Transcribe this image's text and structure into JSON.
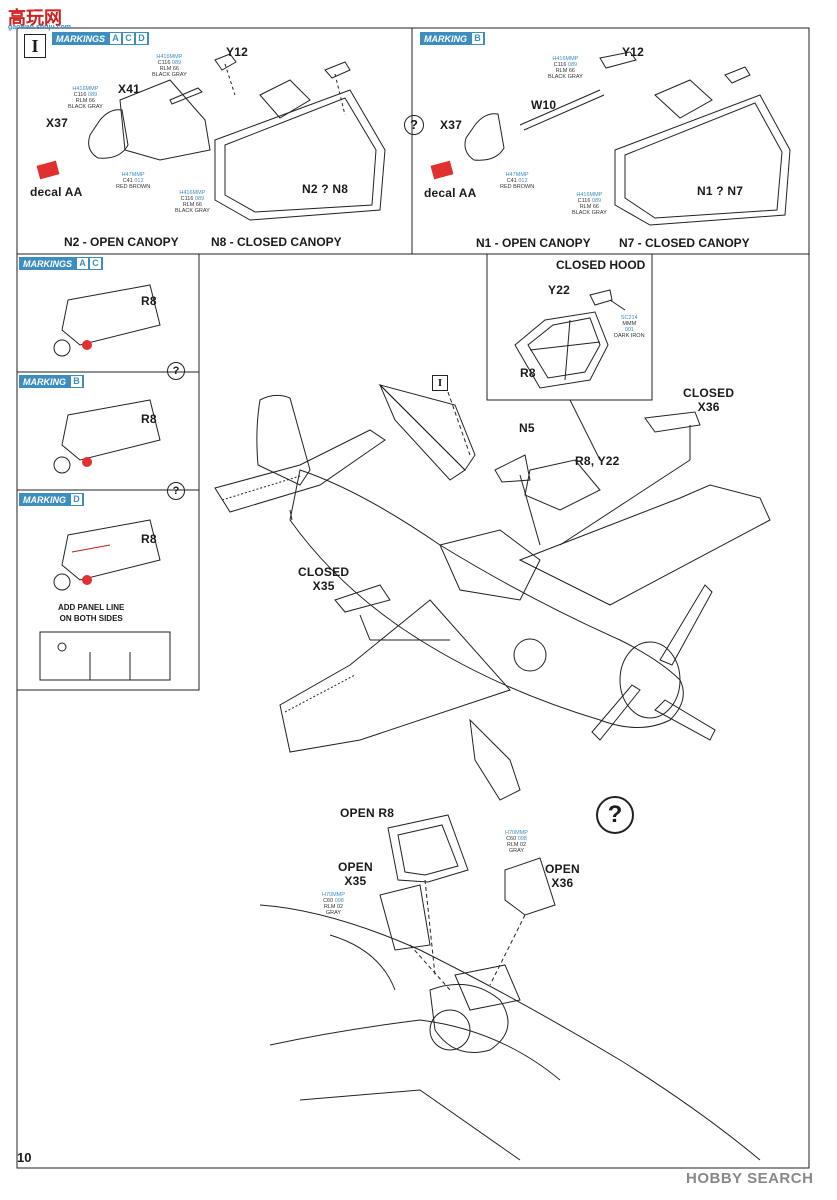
{
  "header_logo": {
    "chars": "高玩网",
    "sub": "gaowan.shuju.com"
  },
  "step_number": "I",
  "top_left": {
    "markings_label": "MARKINGS",
    "markings_letters": [
      "A",
      "C",
      "D"
    ],
    "part_y12": "Y12",
    "part_x41": "X41",
    "part_x37": "X37",
    "decal": "decal AA",
    "paint_black_gray": [
      "H416",
      "MMP",
      "C116",
      "089",
      "RLM 66",
      "BLACK GRAY"
    ],
    "paint_black_gray_b": [
      "H416",
      "MMP",
      "C116",
      "089",
      "RLM 66",
      "BLACK GRAY"
    ],
    "paint_red_brown": [
      "H47",
      "MMP",
      "C41",
      "012",
      "RED BROWN"
    ],
    "paint_black_gray_c": [
      "H416",
      "MMP",
      "C116",
      "089",
      "RLM 66",
      "BLACK GRAY"
    ],
    "option_label": "N2 ? N8",
    "caption_open": "N2 -  OPEN CANOPY",
    "caption_closed": "N8 -  CLOSED CANOPY"
  },
  "top_right": {
    "markings_label": "MARKING",
    "markings_letters": [
      "B"
    ],
    "part_y12": "Y12",
    "part_w10": "W10",
    "part_x37": "X37",
    "decal": "decal AA",
    "paint_black_gray": [
      "H416",
      "MMP",
      "C116",
      "089",
      "RLM 66",
      "BLACK GRAY"
    ],
    "paint_black_gray_b": [
      "H416",
      "MMP",
      "C116",
      "089",
      "RLM 66",
      "BLACK GRAY"
    ],
    "paint_red_brown": [
      "H47",
      "MMP",
      "C41",
      "012",
      "RED BROWN"
    ],
    "option_label": "N1 ? N7",
    "caption_open": "N1 -  OPEN CANOPY",
    "caption_closed": "N7 -  CLOSED CANOPY"
  },
  "side_panels": [
    {
      "markings_label": "MARKINGS",
      "letters": [
        "A",
        "C"
      ],
      "part": "R8"
    },
    {
      "markings_label": "MARKING",
      "letters": [
        "B"
      ],
      "part": "R8"
    },
    {
      "markings_label": "MARKING",
      "letters": [
        "D"
      ],
      "part": "R8",
      "note": "ADD PANEL LINE\nON BOTH SIDES"
    }
  ],
  "closed_hood": {
    "title": "CLOSED HOOD",
    "part_y22": "Y22",
    "part_r8": "R8",
    "paint_dark_iron": [
      "SC214",
      "MMM",
      "001",
      "DARK IRON"
    ]
  },
  "main": {
    "step_ref": "I",
    "part_n5": "N5",
    "part_r8_y22": "R8, Y22",
    "closed_x36": "CLOSED\nX36",
    "closed_x35": "CLOSED\nX35"
  },
  "lower": {
    "open_r8": "OPEN  R8",
    "open_x35": "OPEN\nX35",
    "open_x36": "OPEN\nX36",
    "paint_gray_1": [
      "H70",
      "MMP",
      "C60",
      "098",
      "RLM 02",
      "GRAY"
    ],
    "paint_gray_2": [
      "H70",
      "MMP",
      "C60",
      "098",
      "RLM 02",
      "GRAY"
    ]
  },
  "page_number": "10",
  "watermark": "HOBBY SEARCH",
  "question_mark": "?",
  "colors": {
    "accent": "#3d8dbe",
    "decal_red": "#e03030",
    "line": "#222222"
  }
}
